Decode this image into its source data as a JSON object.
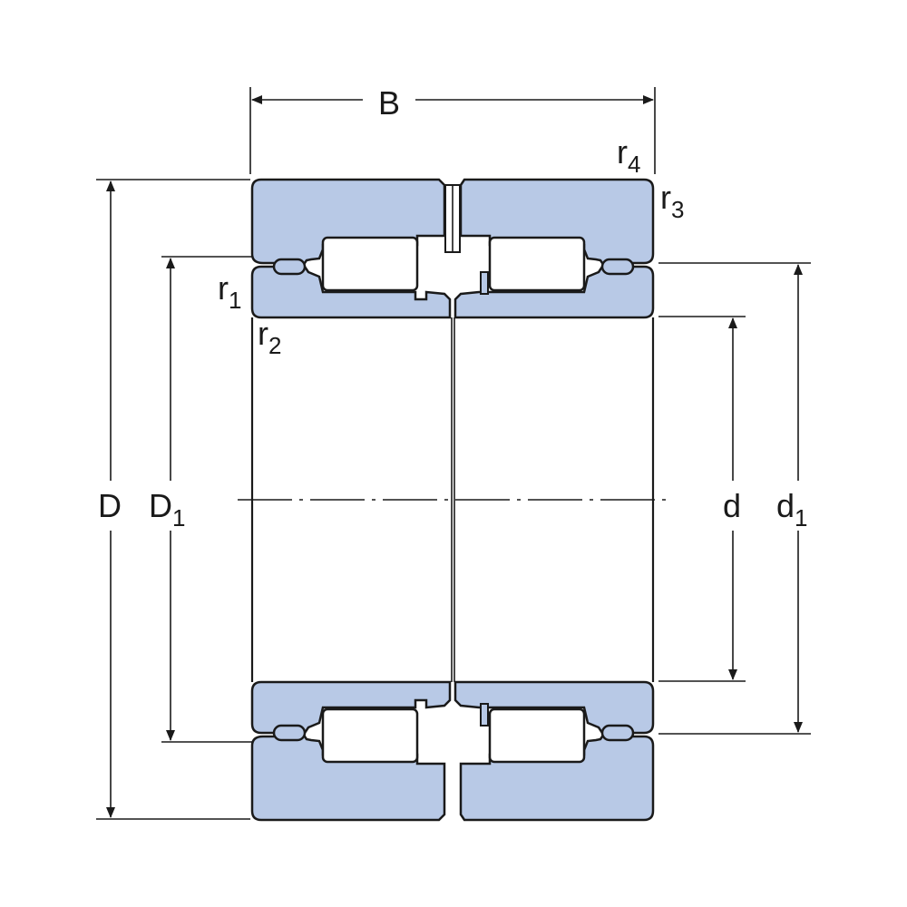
{
  "colors": {
    "ring_fill": "#b8c9e6",
    "outline": "#1a1a1a"
  },
  "dimension_labels": {
    "B": "B",
    "D": "D",
    "D1_main": "D",
    "D1_sub": "1",
    "d": "d",
    "d1_main": "d",
    "d1_sub": "1",
    "r1_main": "r",
    "r1_sub": "1",
    "r2_main": "r",
    "r2_sub": "2",
    "r3_main": "r",
    "r3_sub": "3",
    "r4_main": "r",
    "r4_sub": "4"
  }
}
